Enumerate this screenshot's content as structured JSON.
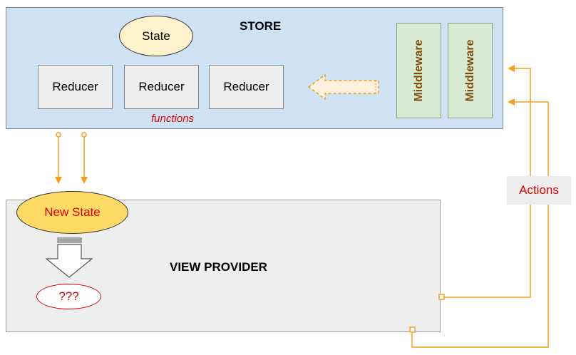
{
  "store": {
    "title": "STORE",
    "state_label": "State",
    "reducers": [
      "Reducer",
      "Reducer",
      "Reducer"
    ],
    "functions_label": "functions",
    "middleware": [
      "Middleware",
      "Middleware"
    ]
  },
  "view_provider": {
    "title": "VIEW PROVIDER",
    "new_state_label": "New State",
    "unknown_label": "???"
  },
  "actions_label": "Actions",
  "colors": {
    "store_fill": "#cfe2f3",
    "view_fill": "#eeeeee",
    "middleware_fill": "#d9ead3",
    "middleware_text": "#7f4b0c",
    "state_fill": "#fff2cc",
    "new_state_fill": "#ffd966",
    "arrow_orange": "#f1a01f",
    "red_text": "#e00000"
  }
}
